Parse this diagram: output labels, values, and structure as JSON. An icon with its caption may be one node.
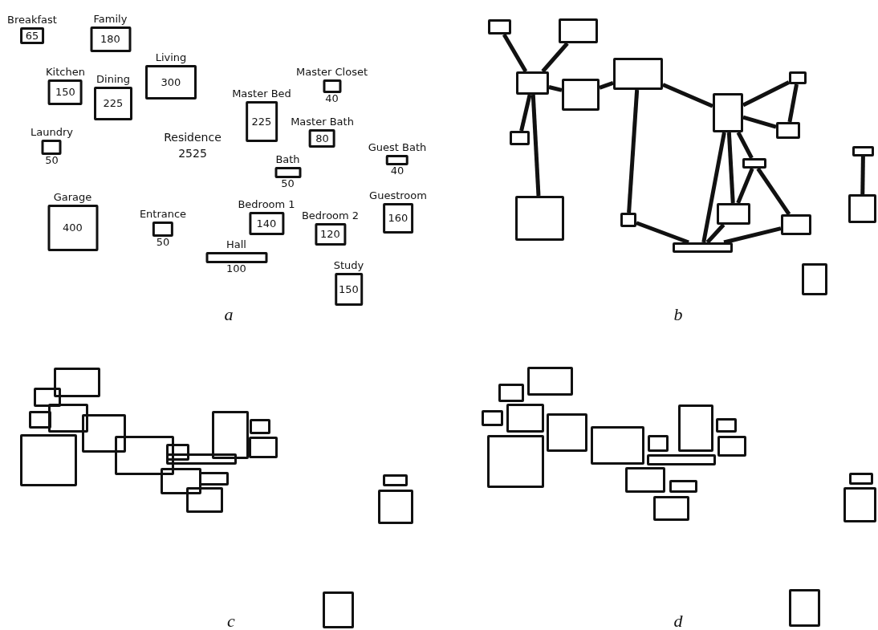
{
  "diagram": {
    "nodes": [
      {
        "text": [
          "Breakfast",
          "65"
        ]
      },
      {
        "text": [
          "Family",
          "180"
        ]
      },
      {
        "text": [
          "Kitchen",
          "150"
        ]
      },
      {
        "text": [
          "Dining",
          "225"
        ]
      },
      {
        "text": [
          "Living",
          "300"
        ]
      },
      {
        "text": [
          "Master Closet",
          "40"
        ]
      },
      {
        "text": [
          "Master Bed",
          "225"
        ]
      },
      {
        "text": [
          "Master Bath",
          "80"
        ]
      },
      {
        "text": [
          "Laundry",
          "50"
        ]
      },
      {
        "text": [
          "Guest Bath",
          "40"
        ]
      },
      {
        "text": [
          "Bath",
          "50"
        ]
      },
      {
        "text": [
          "Garage",
          "400"
        ]
      },
      {
        "text": [
          "Entrance",
          "50"
        ]
      },
      {
        "text": [
          "Bedroom 1",
          "140"
        ]
      },
      {
        "text": [
          "Guestroom",
          "160"
        ]
      },
      {
        "text": [
          "Bedroom 2",
          "120"
        ]
      },
      {
        "text": [
          "Hall",
          "100"
        ]
      },
      {
        "text": [
          "Study",
          "150"
        ]
      },
      {
        "text": [],
        "shape": "box"
      },
      {
        "text": [],
        "shape": "box"
      },
      {
        "text": [],
        "shape": "box"
      },
      {
        "text": [],
        "shape": "box"
      },
      {
        "text": [],
        "shape": "box"
      },
      {
        "text": [],
        "shape": "box"
      },
      {
        "text": [],
        "shape": "box"
      },
      {
        "text": [],
        "shape": "box"
      },
      {
        "text": [],
        "shape": "box"
      },
      {
        "text": [],
        "shape": "box"
      },
      {
        "text": [],
        "shape": "box"
      },
      {
        "text": [],
        "shape": "box"
      },
      {
        "text": [],
        "shape": "box"
      },
      {
        "text": [],
        "shape": "box"
      },
      {
        "text": [],
        "shape": "box"
      },
      {
        "text": [],
        "shape": "box"
      },
      {
        "text": [],
        "shape": "box"
      },
      {
        "text": [],
        "shape": "box"
      },
      {
        "text": [],
        "shape": "box"
      },
      {
        "text": [],
        "shape": "box"
      },
      {
        "text": [],
        "shape": "box"
      },
      {
        "text": [],
        "shape": "box"
      },
      {
        "text": [],
        "shape": "box"
      },
      {
        "text": [],
        "shape": "box"
      },
      {
        "text": [],
        "shape": "box"
      },
      {
        "text": [],
        "shape": "box"
      },
      {
        "text": [],
        "shape": "box"
      },
      {
        "text": [],
        "shape": "box"
      },
      {
        "text": [],
        "shape": "box"
      },
      {
        "text": [],
        "shape": "box"
      },
      {
        "text": [],
        "shape": "box"
      },
      {
        "text": [],
        "shape": "box"
      },
      {
        "text": [],
        "shape": "box"
      },
      {
        "text": [],
        "shape": "box"
      },
      {
        "text": [],
        "shape": "box"
      },
      {
        "text": [],
        "shape": "box"
      },
      {
        "text": [],
        "shape": "box"
      },
      {
        "text": [],
        "shape": "box"
      },
      {
        "text": [],
        "shape": "box"
      },
      {
        "text": [],
        "shape": "box"
      },
      {
        "text": [],
        "shape": "box"
      },
      {
        "text": [],
        "shape": "box"
      },
      {
        "text": [],
        "shape": "box"
      },
      {
        "text": [],
        "shape": "box"
      },
      {
        "text": [],
        "shape": "box"
      },
      {
        "text": [],
        "shape": "box"
      },
      {
        "text": [],
        "shape": "box"
      },
      {
        "text": [],
        "shape": "box"
      },
      {
        "text": [],
        "shape": "box"
      },
      {
        "text": [],
        "shape": "box"
      },
      {
        "text": [],
        "shape": "box"
      },
      {
        "text": [],
        "shape": "box"
      },
      {
        "text": [],
        "shape": "box"
      },
      {
        "text": [],
        "shape": "box"
      }
    ],
    "edges": [
      {
        "from": 20,
        "to": 18,
        "arrow": "none"
      },
      {
        "from": 20,
        "to": 19,
        "arrow": "none"
      },
      {
        "from": 20,
        "to": 21,
        "arrow": "none"
      },
      {
        "from": 20,
        "to": 23,
        "arrow": "none"
      },
      {
        "from": 20,
        "to": 29,
        "arrow": "none"
      },
      {
        "from": 21,
        "to": 22,
        "arrow": "none"
      },
      {
        "from": 22,
        "to": 24,
        "arrow": "none"
      },
      {
        "from": 22,
        "to": 30,
        "arrow": "none"
      },
      {
        "from": 24,
        "to": 25,
        "arrow": "none"
      },
      {
        "from": 24,
        "to": 26,
        "arrow": "none"
      },
      {
        "from": 25,
        "to": 26,
        "arrow": "none"
      },
      {
        "from": 24,
        "to": 31,
        "arrow": "none"
      },
      {
        "from": 24,
        "to": 28,
        "arrow": "none"
      },
      {
        "from": 24,
        "to": 33,
        "arrow": "none"
      },
      {
        "from": 30,
        "to": 33,
        "arrow": "none"
      },
      {
        "from": 33,
        "to": 31,
        "arrow": "none"
      },
      {
        "from": 33,
        "to": 32,
        "arrow": "none"
      },
      {
        "from": 31,
        "to": 28,
        "arrow": "none"
      },
      {
        "from": 28,
        "to": 32,
        "arrow": "none"
      },
      {
        "from": 27,
        "to": 34,
        "arrow": "none"
      }
    ],
    "labels": [
      "Residence",
      "2525",
      "a",
      "b",
      "c",
      "d"
    ]
  }
}
